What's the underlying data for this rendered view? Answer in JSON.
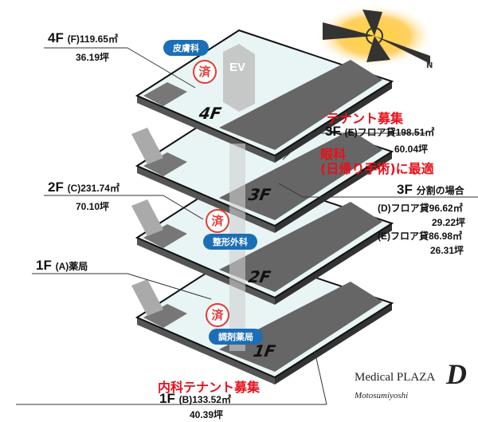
{
  "floors": {
    "f4": {
      "title": "4F",
      "unit": "(F)119.65㎡",
      "tsubo": "36.19坪",
      "tenant": "皮膚科",
      "status": "済",
      "floor_mark": "4F",
      "ev": "EV"
    },
    "f3": {
      "recruit": "テナント募集",
      "title": "3F",
      "unit": "(E)フロア貸198.51㎡",
      "tsubo": "60.04坪",
      "recommend_1": "眼科",
      "recommend_2": "(日帰り手術)に最適",
      "floor_mark": "3F",
      "split_title": "3F",
      "split_label": "分割の場合",
      "split_d": "(D)フロア貸96.62㎡",
      "split_d_tsubo": "29.22坪",
      "split_e": "(E)フロア貸86.98㎡",
      "split_e_tsubo": "26.31坪"
    },
    "f2": {
      "title": "2F",
      "unit": "(C)231.74㎡",
      "tsubo": "70.10坪",
      "tenant": "整形外科",
      "status": "済",
      "floor_mark": "2F"
    },
    "f1": {
      "title": "1F",
      "unit": "(A)薬局",
      "tenant": "調剤薬局",
      "status": "済",
      "floor_mark": "1F",
      "recruit": "内科テナント募集",
      "b_title": "1F",
      "b_unit": "(B)133.52㎡",
      "b_tsubo": "40.39坪"
    }
  },
  "logo": {
    "name": "Medical PLAZA",
    "letter": "D",
    "signature": "Motosumiyoshi"
  },
  "compass": {
    "north": "N"
  },
  "colors": {
    "floor": "#e9f5f5",
    "dark": "#666666",
    "red": "#e8101a",
    "pill": "#1b6fb7"
  }
}
